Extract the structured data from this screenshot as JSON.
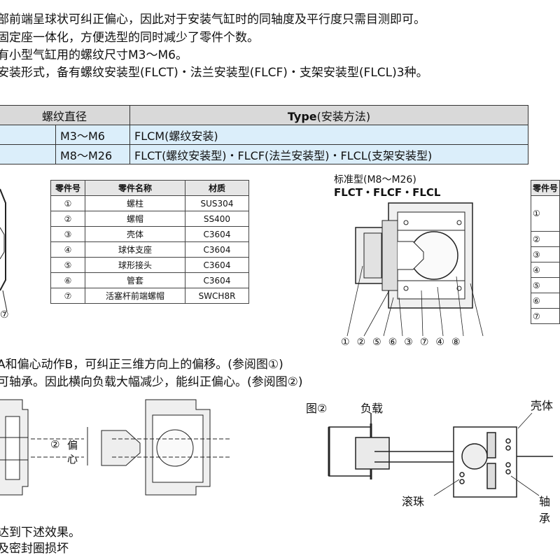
{
  "intro_lines": [
    "部前端呈球状可纠正偏心，因此对于安装气缸时的同轴度及平行度只需目测即可。",
    "固定座一体化，方便选型的同时减少了零件个数。",
    "有小型气缸用的螺纹尺寸M3～M6。",
    "安装形式，备有螺纹安装型(FLCT)・法兰安装型(FLCF)・支架安装型(FLCL)3种。"
  ],
  "type_table": {
    "headers": [
      "螺纹直径",
      "Type",
      "(安装方法)"
    ],
    "rows": [
      {
        "thread": "M3～M6",
        "type": "FLCM(螺纹安装)"
      },
      {
        "thread": "M8～M26",
        "type": "FLCT(螺纹安装型)・FLCF(法兰安装型)・FLCL(支架安装型)"
      }
    ]
  },
  "parts_table": {
    "headers": [
      "零件号",
      "零件名称",
      "材质"
    ],
    "rows": [
      {
        "no": "①",
        "name": "螺柱",
        "material": "SUS304"
      },
      {
        "no": "②",
        "name": "螺帽",
        "material": "SS400"
      },
      {
        "no": "③",
        "name": "壳体",
        "material": "C3604"
      },
      {
        "no": "④",
        "name": "球体支座",
        "material": "C3604"
      },
      {
        "no": "⑤",
        "name": "球形接头",
        "material": "C3604"
      },
      {
        "no": "⑥",
        "name": "管套",
        "material": "C3604"
      },
      {
        "no": "⑦",
        "name": "活塞杆前端螺帽",
        "material": "SWCH8R"
      }
    ]
  },
  "parts_table_2": {
    "header": "零件号",
    "rows": [
      "①",
      "②",
      "③",
      "④",
      "⑤",
      "⑥",
      "⑦"
    ]
  },
  "left_diagram_callout": "⑦",
  "standard_diagram": {
    "title": "标准型(M8～M26)",
    "subtitle": "FLCT・FLCF・FLCL",
    "callouts": [
      "①",
      "②",
      "⑤",
      "⑥",
      "③",
      "⑦",
      "④",
      "⑧"
    ]
  },
  "mid_lines": [
    "A和偏心动作B，可纠正三维方向上的偏移。(参阅图①)",
    "可轴承。因此横向负载大幅减少，能纠正偏心。(参阅图②)"
  ],
  "fig1": {
    "label_circle": "②",
    "label_text": "偏心"
  },
  "fig2": {
    "title": "图②",
    "load": "负载",
    "housing": "壳体",
    "ball": "滚珠",
    "bearing": "轴承"
  },
  "bottom_lines": [
    "达到下述效果。",
    "及密封圈损坏"
  ]
}
